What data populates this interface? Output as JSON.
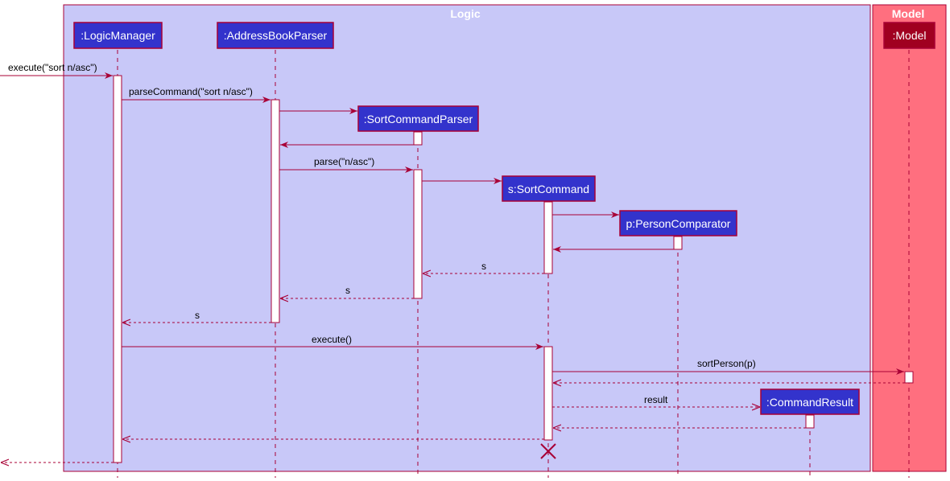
{
  "colors": {
    "logic_group_fill": "#c8c8f8",
    "model_group_fill": "#ff6f7f",
    "participant_fill": "#3333cc",
    "model_participant_fill": "#a00020",
    "border": "#a80036",
    "activation_fill": "#ffffff",
    "lifeline": "#a80036"
  },
  "groups": [
    {
      "id": "logic",
      "label": "Logic"
    },
    {
      "id": "model",
      "label": "Model"
    }
  ],
  "participants": [
    {
      "id": "logicManager",
      "label": ":LogicManager"
    },
    {
      "id": "addressBookParser",
      "label": ":AddressBookParser"
    },
    {
      "id": "sortCommandParser",
      "label": ":SortCommandParser"
    },
    {
      "id": "sortCommand",
      "label": "s:SortCommand"
    },
    {
      "id": "personComparator",
      "label": "p:PersonComparator"
    },
    {
      "id": "commandResult",
      "label": ":CommandResult"
    },
    {
      "id": "model",
      "label": ":Model"
    }
  ],
  "messages": [
    {
      "from": "external",
      "to": "logicManager",
      "label": "execute(\"sort n/asc\")",
      "type": "sync"
    },
    {
      "from": "logicManager",
      "to": "addressBookParser",
      "label": "parseCommand(\"sort n/asc\")",
      "type": "sync"
    },
    {
      "from": "addressBookParser",
      "to": "sortCommandParser",
      "label": "",
      "type": "create"
    },
    {
      "from": "sortCommandParser",
      "to": "addressBookParser",
      "label": "",
      "type": "return"
    },
    {
      "from": "addressBookParser",
      "to": "sortCommandParser",
      "label": "parse(\"n/asc\")",
      "type": "sync"
    },
    {
      "from": "sortCommandParser",
      "to": "sortCommand",
      "label": "",
      "type": "create"
    },
    {
      "from": "sortCommand",
      "to": "personComparator",
      "label": "",
      "type": "create"
    },
    {
      "from": "personComparator",
      "to": "sortCommand",
      "label": "",
      "type": "return"
    },
    {
      "from": "sortCommand",
      "to": "sortCommandParser",
      "label": "s",
      "type": "return"
    },
    {
      "from": "sortCommandParser",
      "to": "addressBookParser",
      "label": "s",
      "type": "return"
    },
    {
      "from": "addressBookParser",
      "to": "logicManager",
      "label": "s",
      "type": "return"
    },
    {
      "from": "logicManager",
      "to": "sortCommand",
      "label": "execute()",
      "type": "sync"
    },
    {
      "from": "sortCommand",
      "to": "model",
      "label": "sortPerson(p)",
      "type": "sync"
    },
    {
      "from": "model",
      "to": "sortCommand",
      "label": "",
      "type": "return"
    },
    {
      "from": "sortCommand",
      "to": "commandResult",
      "label": "result",
      "type": "create"
    },
    {
      "from": "commandResult",
      "to": "sortCommand",
      "label": "",
      "type": "return"
    },
    {
      "from": "sortCommand",
      "to": "logicManager",
      "label": "",
      "type": "return"
    },
    {
      "from": "logicManager",
      "to": "external",
      "label": "",
      "type": "return"
    }
  ]
}
